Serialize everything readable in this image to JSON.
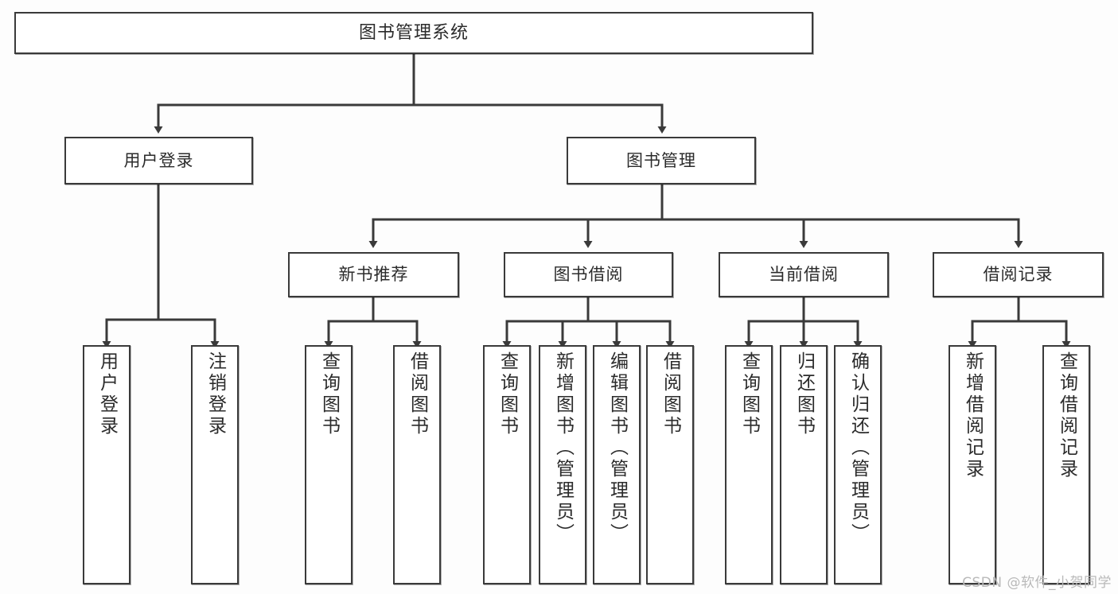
{
  "diagram": {
    "title": "图书管理系统",
    "type": "tree-hierarchy-chart",
    "orientation": "top-down",
    "stroke_color": "#3a3a3a",
    "fill_color": "#ffffff",
    "background_color": "#fdfdfd",
    "text_color": "#2b2b2b"
  },
  "nodes": {
    "root": {
      "label": "图书管理系统",
      "level": 0,
      "text_direction": "horizontal"
    },
    "user_login": {
      "label": "用户登录",
      "level": 1,
      "text_direction": "horizontal"
    },
    "book_manage": {
      "label": "图书管理",
      "level": 1,
      "text_direction": "horizontal"
    },
    "new_book_rec": {
      "label": "新书推荐",
      "level": 2,
      "text_direction": "horizontal"
    },
    "book_borrow": {
      "label": "图书借阅",
      "level": 2,
      "text_direction": "horizontal"
    },
    "current_borrow": {
      "label": "当前借阅",
      "level": 2,
      "text_direction": "horizontal"
    },
    "borrow_record": {
      "label": "借阅记录",
      "level": 2,
      "text_direction": "horizontal"
    },
    "leaf_user_login": {
      "label": "用户登录",
      "level": 3,
      "text_direction": "vertical"
    },
    "leaf_logout": {
      "label": "注销登录",
      "level": 3,
      "text_direction": "vertical"
    },
    "leaf_query_book_1": {
      "label": "查询图书",
      "level": 3,
      "text_direction": "vertical"
    },
    "leaf_borrow_book_1": {
      "label": "借阅图书",
      "level": 3,
      "text_direction": "vertical"
    },
    "leaf_query_book_2": {
      "label": "查询图书",
      "level": 3,
      "text_direction": "vertical"
    },
    "leaf_add_book": {
      "label": "新增图书（管理员）",
      "level": 3,
      "text_direction": "vertical"
    },
    "leaf_edit_book": {
      "label": "编辑图书（管理员）",
      "level": 3,
      "text_direction": "vertical"
    },
    "leaf_borrow_book_2": {
      "label": "借阅图书",
      "level": 3,
      "text_direction": "vertical"
    },
    "leaf_query_book_3": {
      "label": "查询图书",
      "level": 3,
      "text_direction": "vertical"
    },
    "leaf_return_book": {
      "label": "归还图书",
      "level": 3,
      "text_direction": "vertical"
    },
    "leaf_confirm_return": {
      "label": "确认归还（管理员）",
      "level": 3,
      "text_direction": "vertical"
    },
    "leaf_add_record": {
      "label": "新增借阅记录",
      "level": 3,
      "text_direction": "vertical"
    },
    "leaf_query_record": {
      "label": "查询借阅记录",
      "level": 3,
      "text_direction": "vertical"
    }
  },
  "edges": [
    {
      "from": "root",
      "to": "user_login"
    },
    {
      "from": "root",
      "to": "book_manage"
    },
    {
      "from": "user_login",
      "to": "leaf_user_login"
    },
    {
      "from": "user_login",
      "to": "leaf_logout"
    },
    {
      "from": "book_manage",
      "to": "new_book_rec"
    },
    {
      "from": "book_manage",
      "to": "book_borrow"
    },
    {
      "from": "book_manage",
      "to": "current_borrow"
    },
    {
      "from": "book_manage",
      "to": "borrow_record"
    },
    {
      "from": "new_book_rec",
      "to": "leaf_query_book_1"
    },
    {
      "from": "new_book_rec",
      "to": "leaf_borrow_book_1"
    },
    {
      "from": "book_borrow",
      "to": "leaf_query_book_2"
    },
    {
      "from": "book_borrow",
      "to": "leaf_add_book"
    },
    {
      "from": "book_borrow",
      "to": "leaf_edit_book"
    },
    {
      "from": "book_borrow",
      "to": "leaf_borrow_book_2"
    },
    {
      "from": "current_borrow",
      "to": "leaf_query_book_3"
    },
    {
      "from": "current_borrow",
      "to": "leaf_return_book"
    },
    {
      "from": "current_borrow",
      "to": "leaf_confirm_return"
    },
    {
      "from": "borrow_record",
      "to": "leaf_add_record"
    },
    {
      "from": "borrow_record",
      "to": "leaf_query_record"
    }
  ],
  "watermark": {
    "text": "CSDN @软件_小贺同学"
  }
}
